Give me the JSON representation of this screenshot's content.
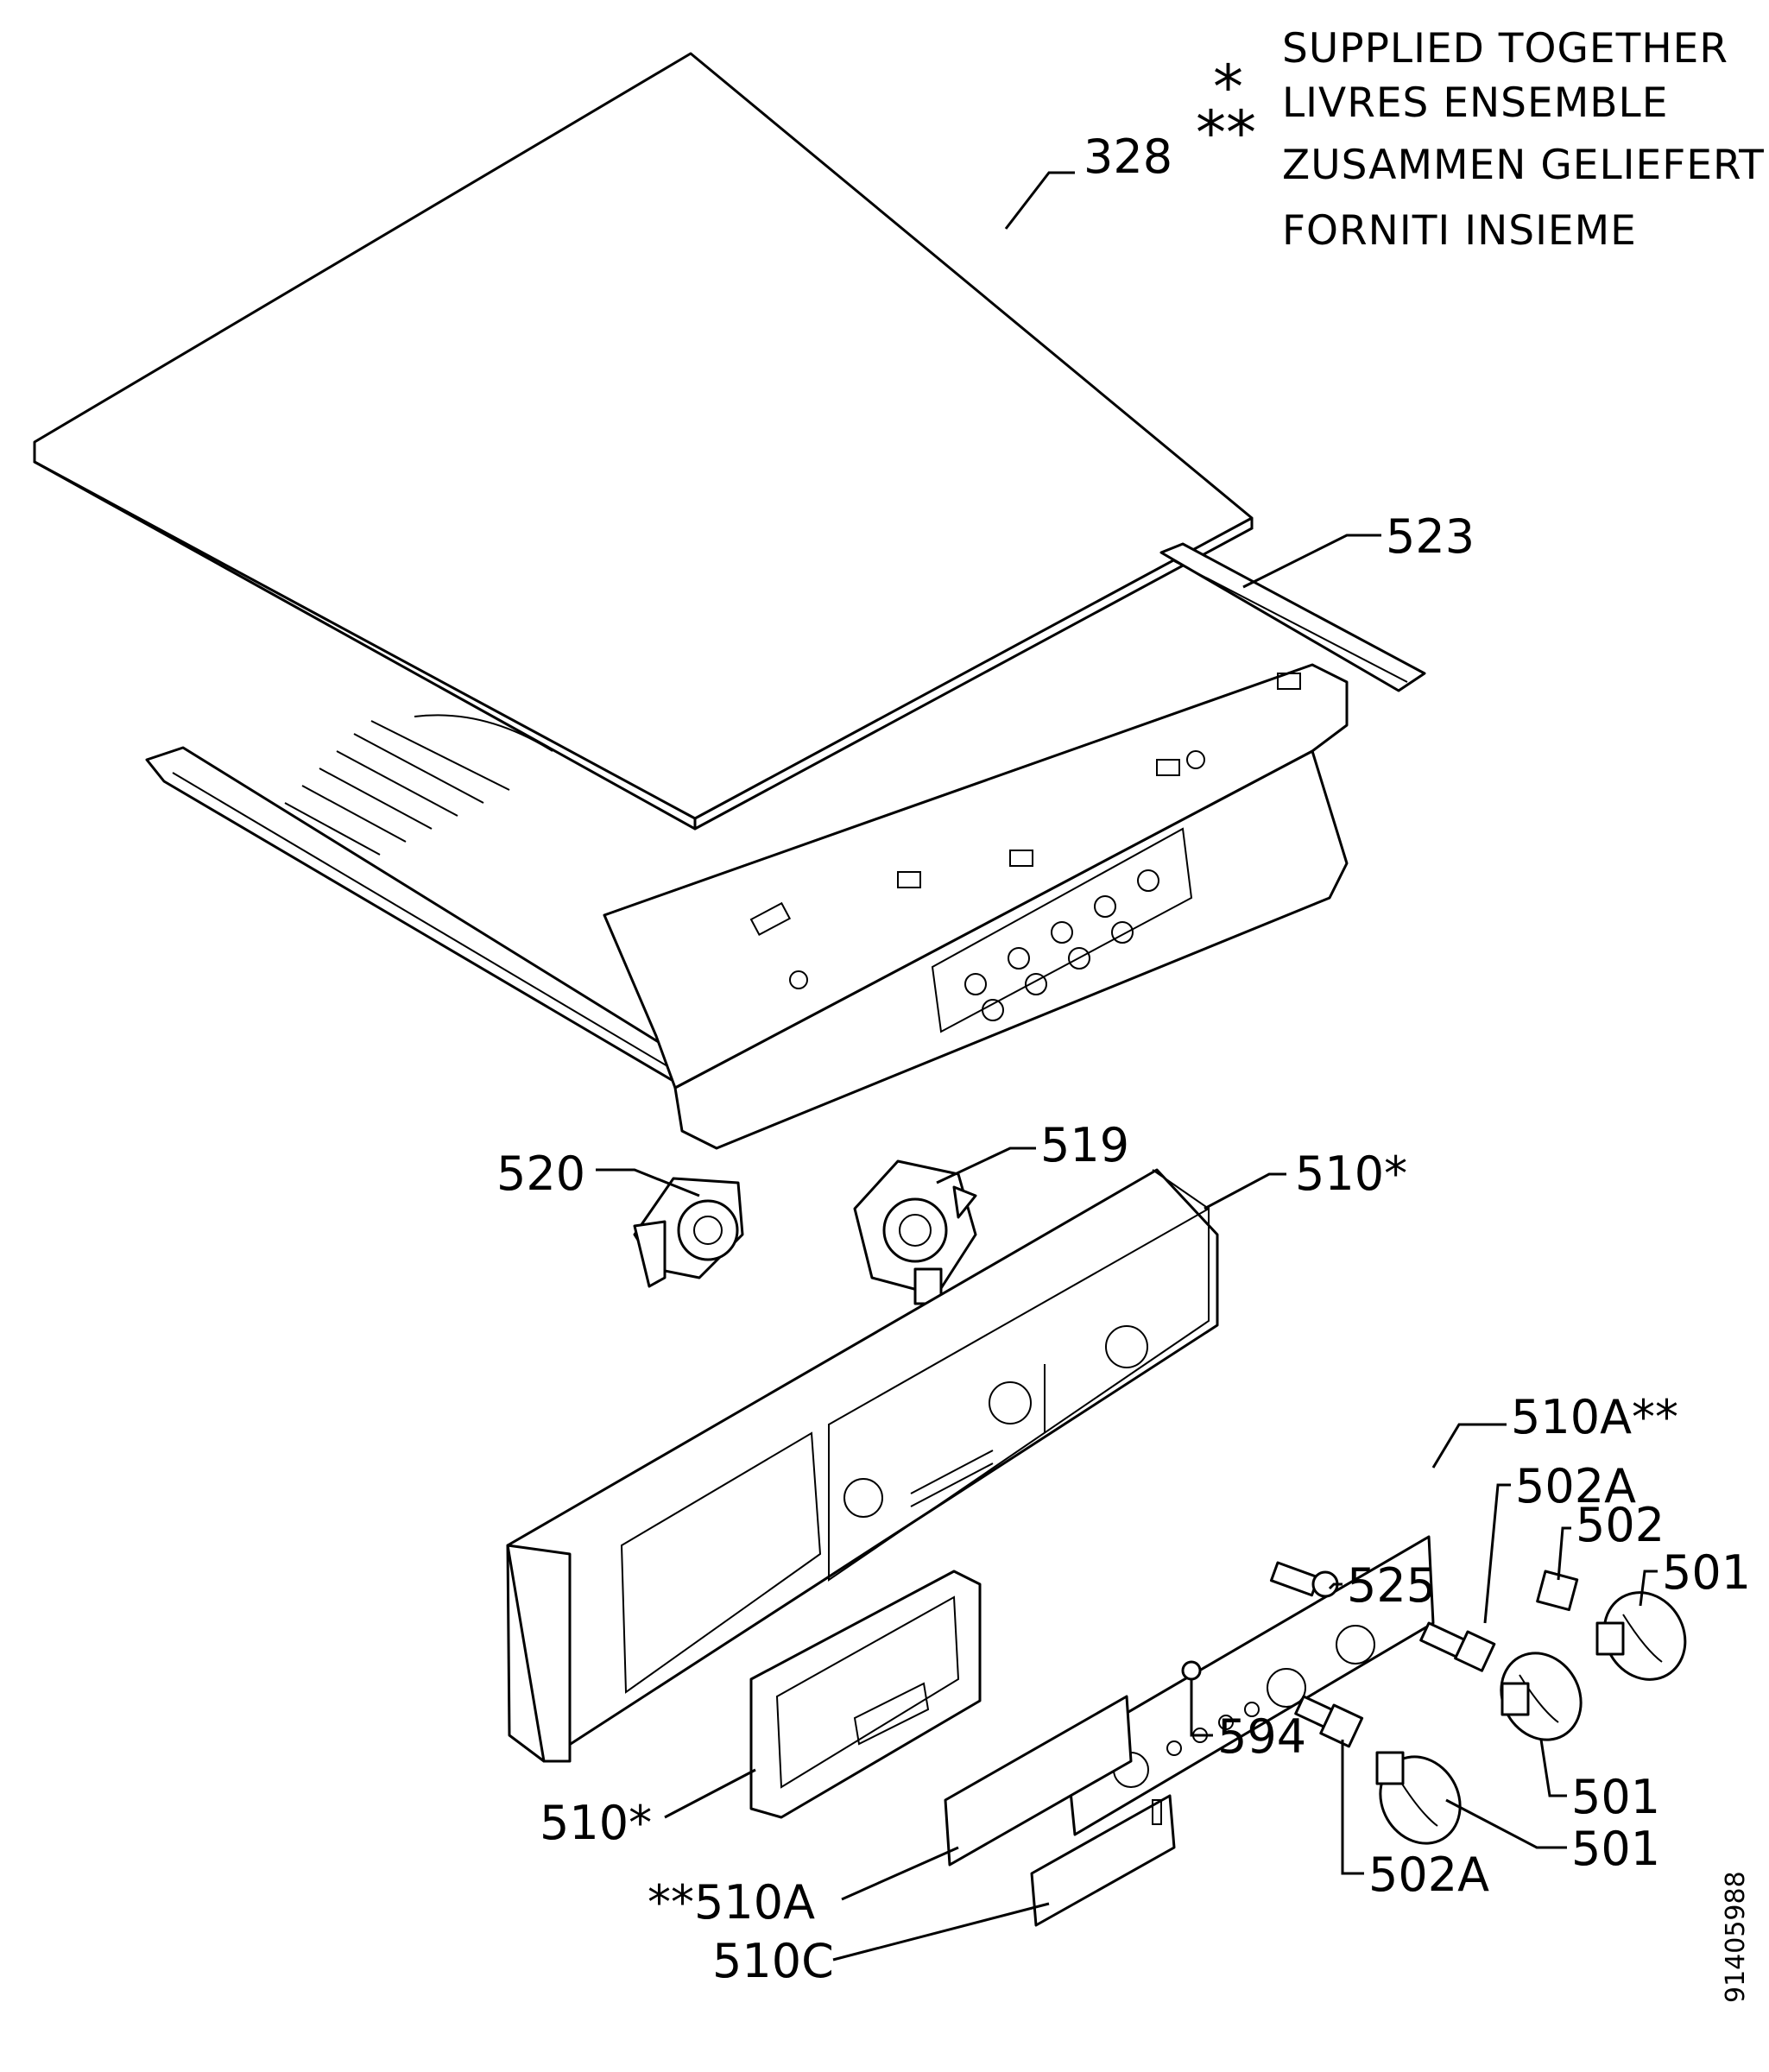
{
  "legend": {
    "star_single": "*",
    "star_double": "**",
    "lines": [
      "SUPPLIED TOGETHER",
      "LIVRES ENSEMBLE",
      "ZUSAMMEN GELIEFERT",
      "FORNITI INSIEME"
    ]
  },
  "callouts": {
    "p328": "328",
    "p523": "523",
    "p520": "520",
    "p519": "519",
    "p510_top": "510*",
    "p510A_right": "510A**",
    "p502A_top": "502A",
    "p502": "502",
    "p501_top": "501",
    "p525": "525",
    "p594": "594",
    "p501_mid": "501",
    "p501_bottom": "501",
    "p502A_bottom": "502A",
    "p510_left": "510*",
    "p510A_left": "**510A",
    "p510C": "510C"
  },
  "doc_number": "91405988"
}
